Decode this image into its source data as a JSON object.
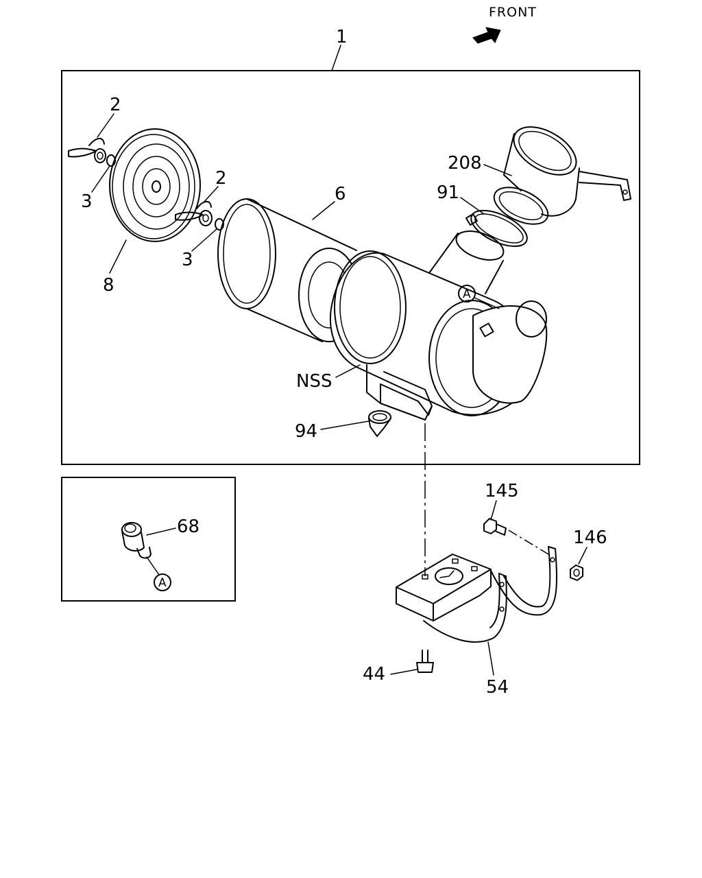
{
  "orientation": {
    "label": "FRONT"
  },
  "assembly": {
    "label": "1"
  },
  "callouts": {
    "wing_nut_left": "2",
    "washer_left": "3",
    "wing_nut_right": "2",
    "washer_right": "3",
    "end_cover": "8",
    "filter_element": "6",
    "outlet_pipe": "208",
    "hose_clamp": "91",
    "housing": "NSS",
    "dust_valve": "94",
    "indicator": "68",
    "bolt": "145",
    "nut": "146",
    "mount_bolt": "44",
    "bracket": "54"
  },
  "markers": {
    "ref_main": "A",
    "ref_inset": "A"
  }
}
